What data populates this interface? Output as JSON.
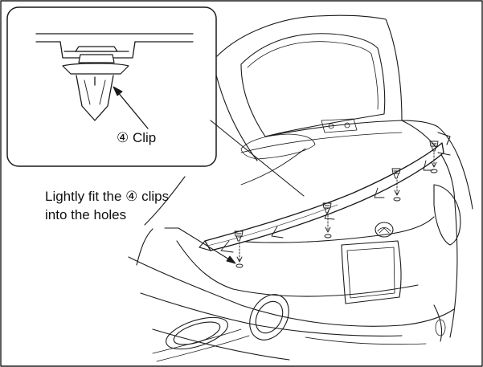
{
  "callout": {
    "clip_label": "④ Clip"
  },
  "instruction": {
    "line1": "Lightly fit the ④ clips",
    "line2": "into the holes"
  },
  "colors": {
    "stroke": "#1a1a1a",
    "background": "#ffffff"
  }
}
